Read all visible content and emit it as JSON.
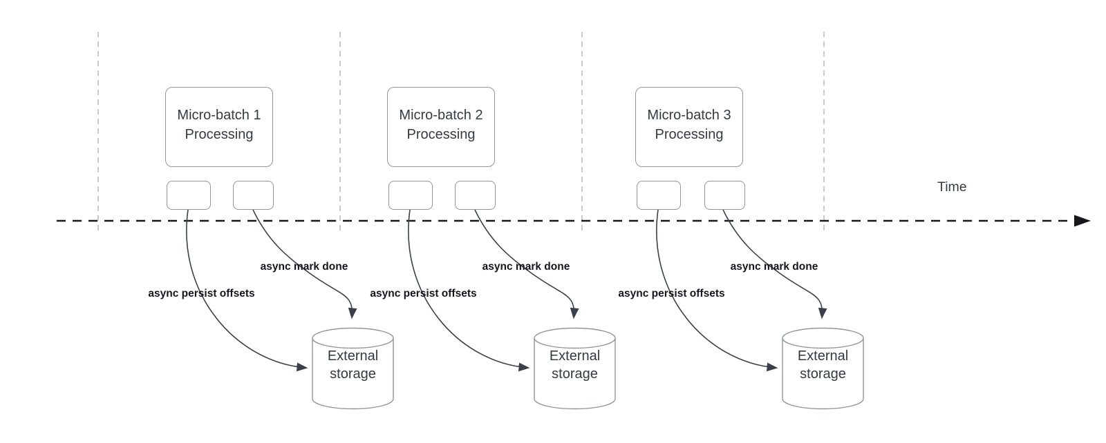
{
  "canvas": {
    "background": "#ffffff"
  },
  "time_axis": {
    "label": "Time"
  },
  "colors": {
    "border": "#8e949c",
    "arrow": "#3a4049",
    "axis": "#17191c",
    "guide": "#b4b4b4",
    "text": "#343a41",
    "label": "#13161c"
  },
  "groups": [
    {
      "process_box": {
        "line1": "Micro-batch 1",
        "line2": "Processing"
      },
      "persist_label": "async persist offsets",
      "mark_done_label": "async mark done",
      "storage": {
        "line1": "External",
        "line2": "storage"
      }
    },
    {
      "process_box": {
        "line1": "Micro-batch 2",
        "line2": "Processing"
      },
      "persist_label": "async persist offsets",
      "mark_done_label": "async mark done",
      "storage": {
        "line1": "External",
        "line2": "storage"
      }
    },
    {
      "process_box": {
        "line1": "Micro-batch 3",
        "line2": "Processing"
      },
      "persist_label": "async persist offsets",
      "mark_done_label": "async mark done",
      "storage": {
        "line1": "External",
        "line2": "storage"
      }
    }
  ]
}
